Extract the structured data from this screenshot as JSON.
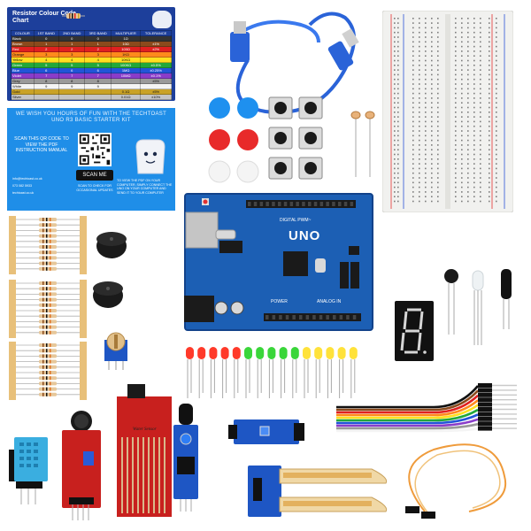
{
  "chart_card": {
    "title": "Resistor Colour Code Chart",
    "headers": [
      "COLOUR",
      "1ST BAND",
      "2ND BAND",
      "3RD BAND",
      "MULTIPLIER",
      "TOLERANCE"
    ],
    "rows": [
      {
        "name": "Black",
        "color": "#333333",
        "text": "#ffffff",
        "v": [
          "0",
          "0",
          "0",
          "1Ω",
          ""
        ]
      },
      {
        "name": "Brown",
        "color": "#8b4a1c",
        "text": "#ffffff",
        "v": [
          "1",
          "1",
          "1",
          "10Ω",
          "±1%"
        ]
      },
      {
        "name": "Red",
        "color": "#e02020",
        "text": "#ffffff",
        "v": [
          "2",
          "2",
          "2",
          "100Ω",
          "±2%"
        ]
      },
      {
        "name": "Orange",
        "color": "#ff8a1c",
        "text": "#111111",
        "v": [
          "3",
          "3",
          "3",
          "1KΩ",
          ""
        ]
      },
      {
        "name": "Yellow",
        "color": "#ffe020",
        "text": "#111111",
        "v": [
          "4",
          "4",
          "4",
          "10KΩ",
          ""
        ]
      },
      {
        "name": "Green",
        "color": "#22a83a",
        "text": "#ffffff",
        "v": [
          "5",
          "5",
          "5",
          "100KΩ",
          "±0.5%"
        ]
      },
      {
        "name": "Blue",
        "color": "#2255d8",
        "text": "#ffffff",
        "v": [
          "6",
          "6",
          "6",
          "1MΩ",
          "±0.25%"
        ]
      },
      {
        "name": "Violet",
        "color": "#8a3cc9",
        "text": "#ffffff",
        "v": [
          "7",
          "7",
          "7",
          "10MΩ",
          "±0.1%"
        ]
      },
      {
        "name": "Grey",
        "color": "#9a9a9a",
        "text": "#111111",
        "v": [
          "8",
          "8",
          "8",
          "",
          "±5%"
        ]
      },
      {
        "name": "White",
        "color": "#f4f4f4",
        "text": "#111111",
        "v": [
          "9",
          "9",
          "9",
          "",
          ""
        ]
      },
      {
        "name": "Gold",
        "color": "#c9a227",
        "text": "#111111",
        "v": [
          "",
          "",
          "",
          "0.1Ω",
          "±5%"
        ]
      },
      {
        "name": "Silver",
        "color": "#c4c4c4",
        "text": "#111111",
        "v": [
          "",
          "",
          "",
          "0.01Ω",
          "±10%"
        ]
      }
    ]
  },
  "instruction_card": {
    "message": "WE WISH YOU HOURS OF FUN WITH THE TECHTOAST UNO R3 BASIC STARTER KIT",
    "scan_text": "SCAN THIS QR CODE TO VIEW THE PDF INSTRUCTION MANUAL",
    "scan_button": "SCAN ME",
    "updates_text": "SCAN TO CHECK FOR OCCASIONAL UPDATES",
    "right_text": "TO VIEW THE PDF ON YOUR COMPUTER, SIMPLY CONNECT THE UNO ON YOUR COMPUTER AND SEND IT TO YOUR COMPUTER",
    "contact": [
      "info@techtoast.co.uk",
      "073 082 5933",
      "techtoast.co.uk"
    ]
  },
  "board": {
    "name": "UNO",
    "digital_label": "DIGITAL PWM~",
    "power_label": "POWER",
    "analog_label": "ANALOG IN"
  },
  "sensors": {
    "water_label": "Water Sensor"
  },
  "colors": {
    "board_blue": "#1c5fb4",
    "card_blue": "#1f8ee8",
    "chart_blue": "#1d3f9b",
    "sensor_red": "#c8201e"
  }
}
